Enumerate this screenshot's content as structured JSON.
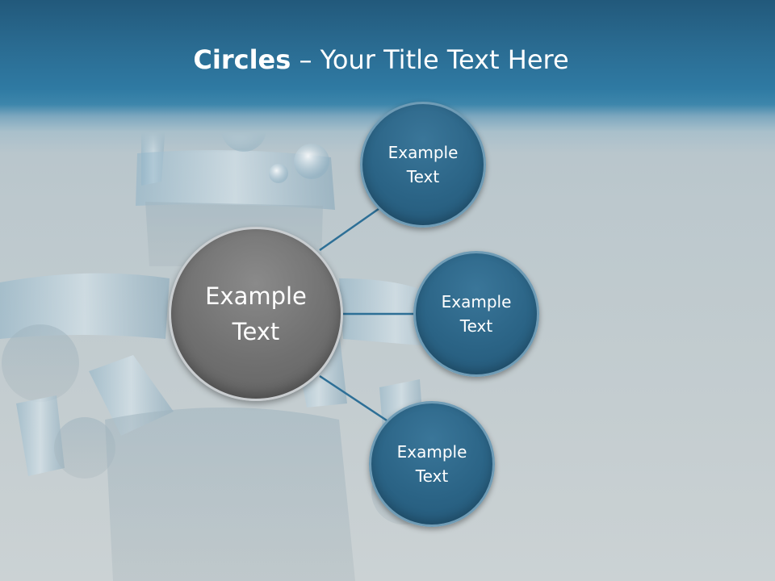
{
  "slide": {
    "title_bold": "Circles",
    "title_rest": " – Your Title Text Here"
  },
  "diagram": {
    "center": {
      "label": "Example\nText"
    },
    "satellites": [
      {
        "label": "Example\nText"
      },
      {
        "label": "Example\nText"
      },
      {
        "label": "Example\nText"
      }
    ]
  },
  "colors": {
    "header": "#2a6b91",
    "center_circle": "#707070",
    "satellite_circle": "#2b6486",
    "connector": "#2d6f96",
    "text": "#ffffff"
  }
}
